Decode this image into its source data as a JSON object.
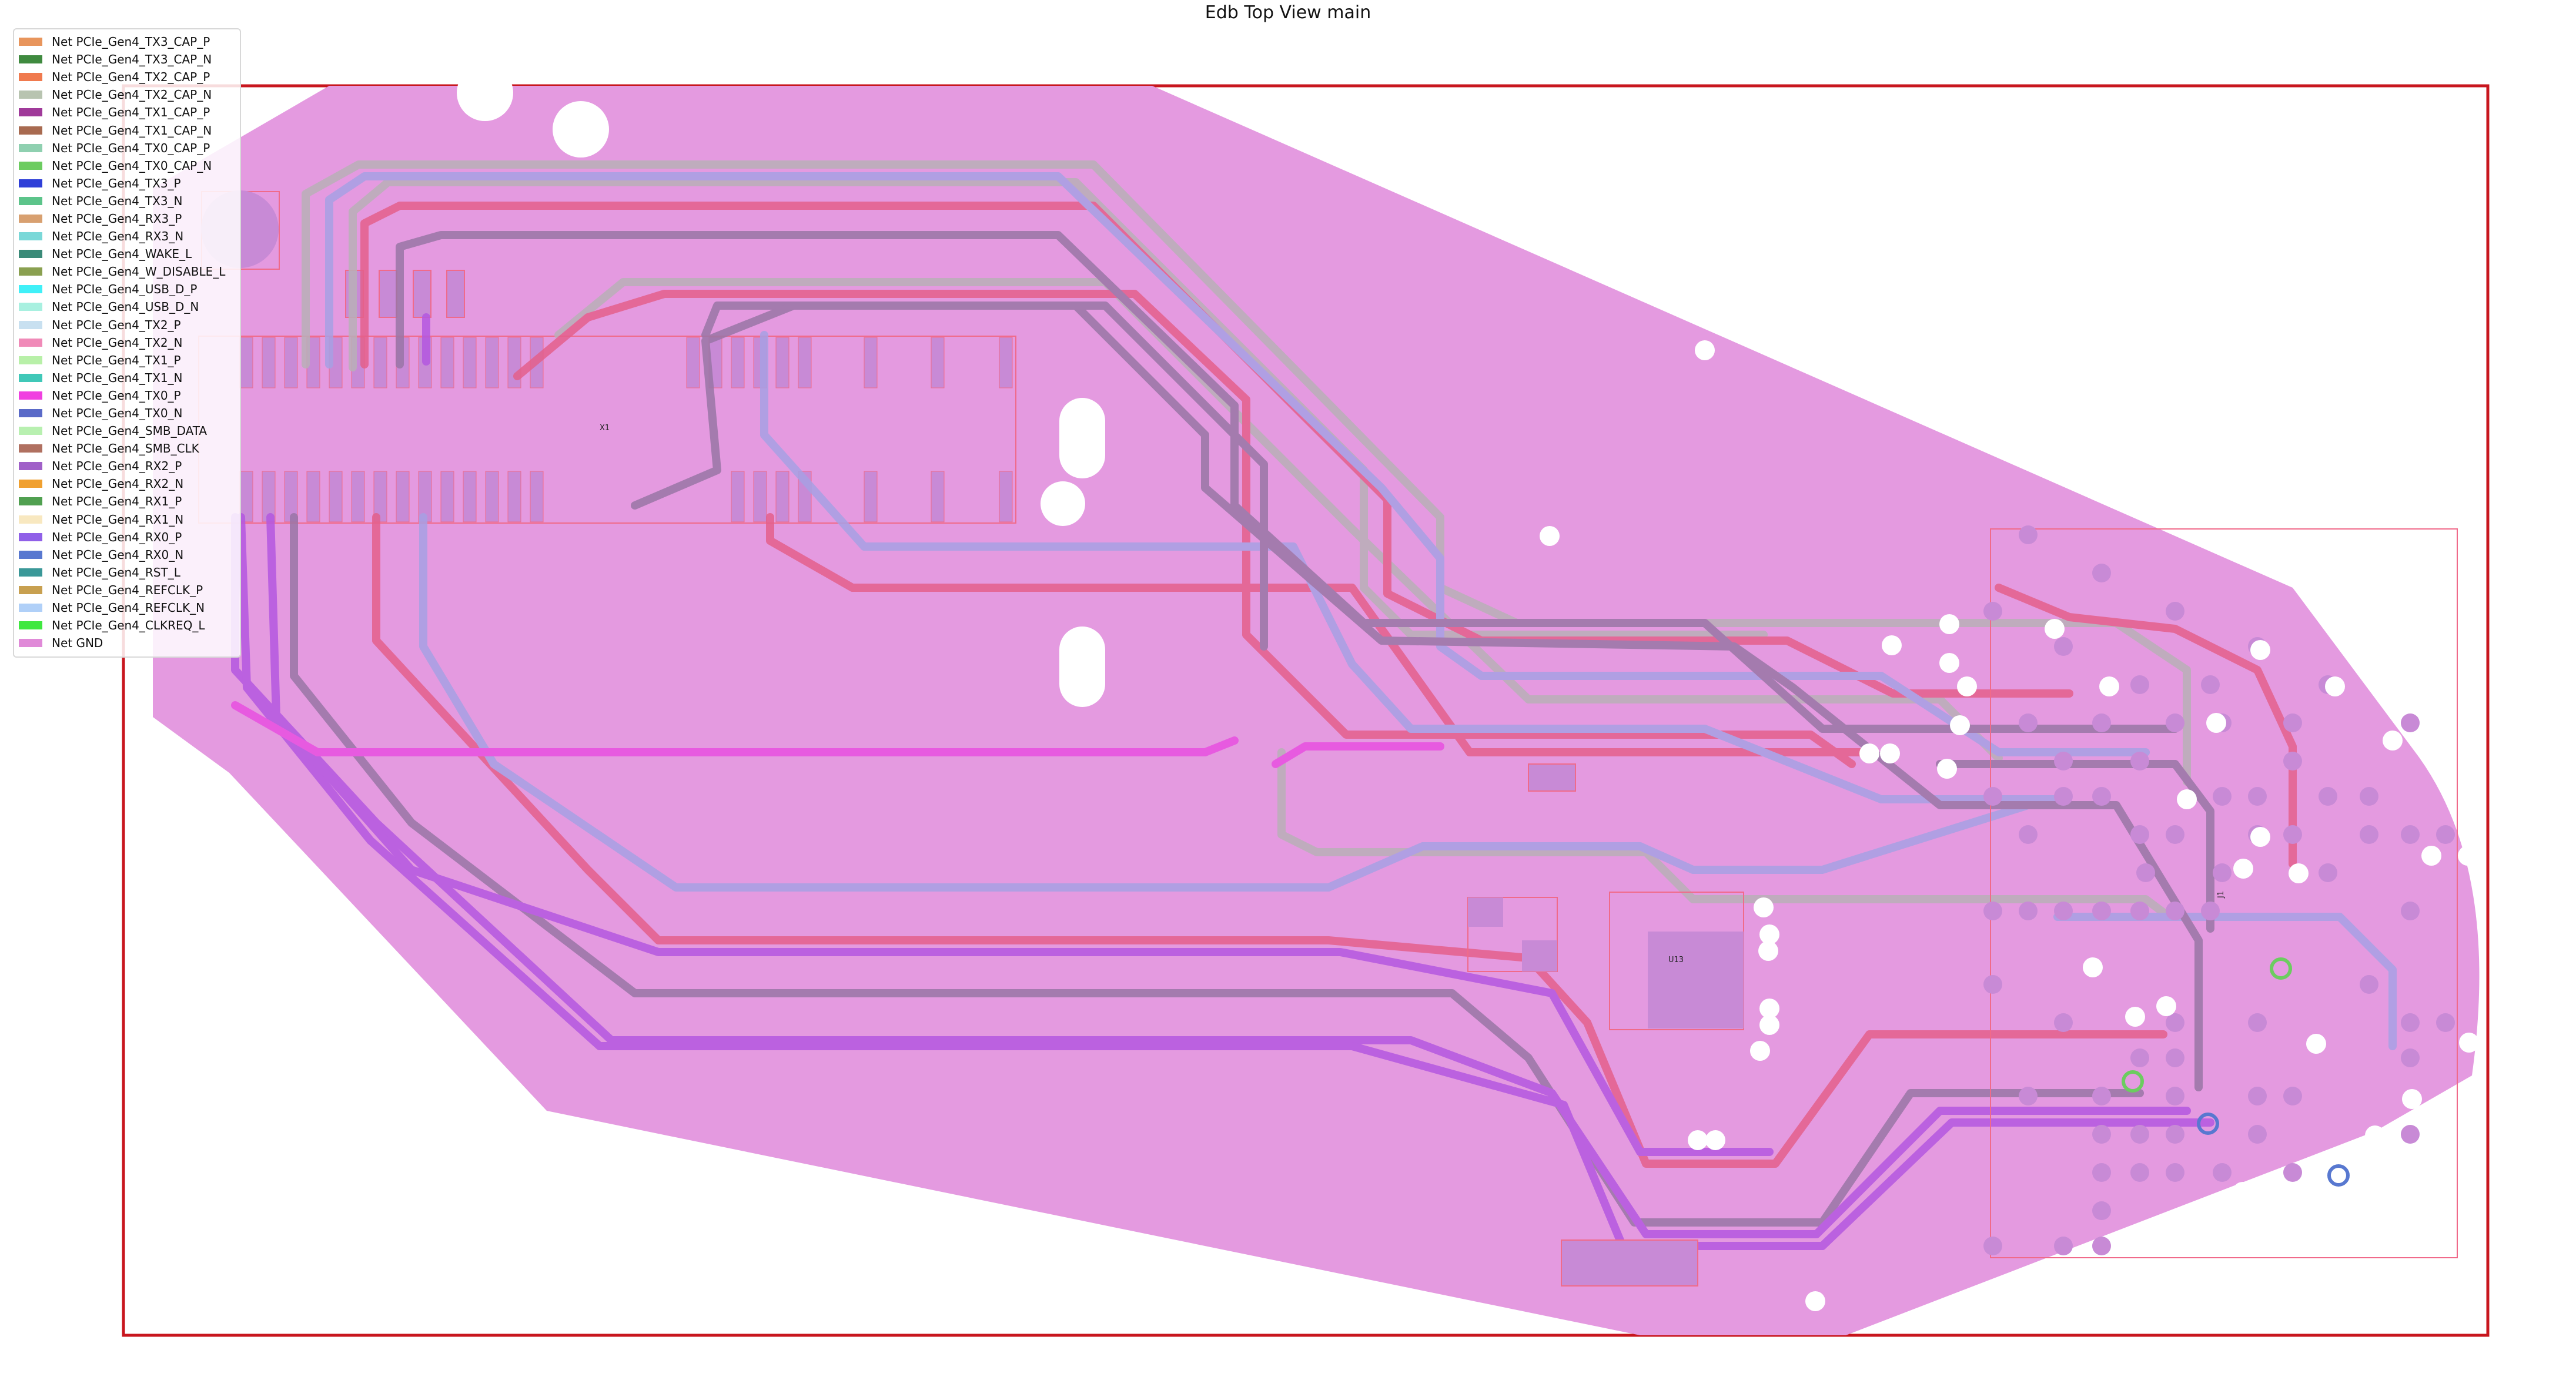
{
  "title": "Edb Top View main",
  "legend": [
    {
      "label": "Net PCIe_Gen4_TX3_CAP_P",
      "color": "#e8955c"
    },
    {
      "label": "Net PCIe_Gen4_TX3_CAP_N",
      "color": "#3f8a3f"
    },
    {
      "label": "Net PCIe_Gen4_TX2_CAP_P",
      "color": "#f07a4e"
    },
    {
      "label": "Net PCIe_Gen4_TX2_CAP_N",
      "color": "#b8c4b0"
    },
    {
      "label": "Net PCIe_Gen4_TX1_CAP_P",
      "color": "#a03a9a"
    },
    {
      "label": "Net PCIe_Gen4_TX1_CAP_N",
      "color": "#a86a50"
    },
    {
      "label": "Net PCIe_Gen4_TX0_CAP_P",
      "color": "#8fd0b0"
    },
    {
      "label": "Net PCIe_Gen4_TX0_CAP_N",
      "color": "#6ccc60"
    },
    {
      "label": "Net PCIe_Gen4_TX3_P",
      "color": "#2f3fd8"
    },
    {
      "label": "Net PCIe_Gen4_TX3_N",
      "color": "#5cc48a"
    },
    {
      "label": "Net PCIe_Gen4_RX3_P",
      "color": "#d8a070"
    },
    {
      "label": "Net PCIe_Gen4_RX3_N",
      "color": "#7ad8d8"
    },
    {
      "label": "Net PCIe_Gen4_WAKE_L",
      "color": "#3a8a78"
    },
    {
      "label": "Net PCIe_Gen4_W_DISABLE_L",
      "color": "#8aa050"
    },
    {
      "label": "Net PCIe_Gen4_USB_D_P",
      "color": "#40f0f8"
    },
    {
      "label": "Net PCIe_Gen4_USB_D_N",
      "color": "#a8f0e0"
    },
    {
      "label": "Net PCIe_Gen4_TX2_P",
      "color": "#c8e0f0"
    },
    {
      "label": "Net PCIe_Gen4_TX2_N",
      "color": "#f08ab8"
    },
    {
      "label": "Net PCIe_Gen4_TX1_P",
      "color": "#b8f0a8"
    },
    {
      "label": "Net PCIe_Gen4_TX1_N",
      "color": "#40c8b8"
    },
    {
      "label": "Net PCIe_Gen4_TX0_P",
      "color": "#f040e0"
    },
    {
      "label": "Net PCIe_Gen4_TX0_N",
      "color": "#5a6ac8"
    },
    {
      "label": "Net PCIe_Gen4_SMB_DATA",
      "color": "#b8f0b0"
    },
    {
      "label": "Net PCIe_Gen4_SMB_CLK",
      "color": "#b07060"
    },
    {
      "label": "Net PCIe_Gen4_RX2_P",
      "color": "#a060c8"
    },
    {
      "label": "Net PCIe_Gen4_RX2_N",
      "color": "#f0a030"
    },
    {
      "label": "Net PCIe_Gen4_RX1_P",
      "color": "#50a050"
    },
    {
      "label": "Net PCIe_Gen4_RX1_N",
      "color": "#f8e8c0"
    },
    {
      "label": "Net PCIe_Gen4_RX0_P",
      "color": "#9060e8"
    },
    {
      "label": "Net PCIe_Gen4_RX0_N",
      "color": "#5878d0"
    },
    {
      "label": "Net PCIe_Gen4_RST_L",
      "color": "#3a9898"
    },
    {
      "label": "Net PCIe_Gen4_REFCLK_P",
      "color": "#c8a050"
    },
    {
      "label": "Net PCIe_Gen4_REFCLK_N",
      "color": "#b0d0f8"
    },
    {
      "label": "Net PCIe_Gen4_CLKREQ_L",
      "color": "#40e840"
    },
    {
      "label": "Net GND",
      "color": "#e08ad8"
    }
  ],
  "components": {
    "x1": "X1",
    "u13": "U13",
    "j1": "J1"
  },
  "colors": {
    "ground_fill": "#e49ae0",
    "frame": "#c8161e",
    "component_outline": "#f06a8a",
    "trace_gray": "#b9b0b8",
    "trace_pink": "#e4608c",
    "trace_blue": "#a8a0e4",
    "trace_dark": "#9a76a6",
    "trace_violet": "#b458e0",
    "trace_magenta": "#e850e0",
    "pad": "#c88ad6"
  }
}
